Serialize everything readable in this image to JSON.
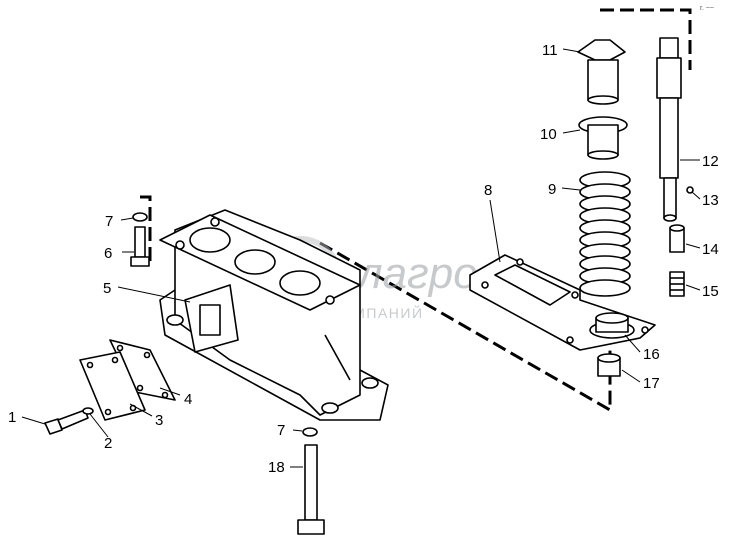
{
  "watermark": {
    "brand": "белагро",
    "subtitle": "ГРУППА КОМПАНИЙ"
  },
  "corner_mark": "r. ~~",
  "callouts": [
    {
      "id": "c1",
      "label": "1"
    },
    {
      "id": "c2",
      "label": "2"
    },
    {
      "id": "c3",
      "label": "3"
    },
    {
      "id": "c4",
      "label": "4"
    },
    {
      "id": "c5",
      "label": "5"
    },
    {
      "id": "c6",
      "label": "6"
    },
    {
      "id": "c7a",
      "label": "7"
    },
    {
      "id": "c7b",
      "label": "7"
    },
    {
      "id": "c8",
      "label": "8"
    },
    {
      "id": "c9",
      "label": "9"
    },
    {
      "id": "c10",
      "label": "10"
    },
    {
      "id": "c11",
      "label": "11"
    },
    {
      "id": "c12",
      "label": "12"
    },
    {
      "id": "c13",
      "label": "13"
    },
    {
      "id": "c14",
      "label": "14"
    },
    {
      "id": "c15",
      "label": "15"
    },
    {
      "id": "c16",
      "label": "16"
    },
    {
      "id": "c17",
      "label": "17"
    },
    {
      "id": "c18",
      "label": "18"
    }
  ]
}
